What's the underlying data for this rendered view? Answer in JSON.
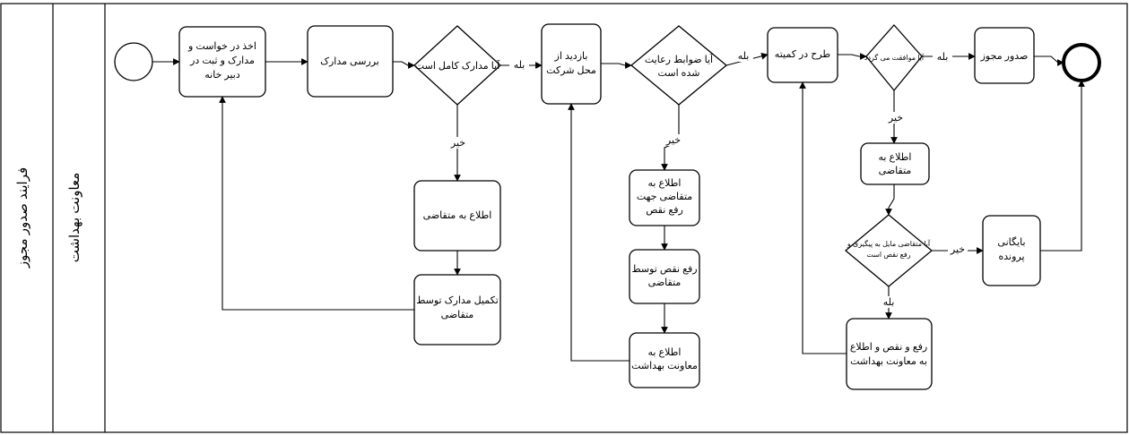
{
  "pool": {
    "title": "فرایند صدور مجوز"
  },
  "lane": {
    "title": "معاونت بهداشت"
  },
  "tasks": {
    "t1": [
      "اخذ در خواست و",
      "مدارک و ثبت در",
      "دبیر خانه"
    ],
    "t2": [
      "بررسی مدارک"
    ],
    "t3": [
      "اطلاع به متقاضی"
    ],
    "t4": [
      "تکمیل مدارک توسط",
      "متقاضی"
    ],
    "t5": [
      "بازدید از",
      "محل شرکت"
    ],
    "t6": [
      "اطلاع به",
      "متقاضی جهت",
      "رفع نقص"
    ],
    "t7": [
      "رفع نقص توسط",
      "متقاضی"
    ],
    "t8": [
      "اطلاع به",
      "معاونت بهداشت"
    ],
    "t9": [
      "طرح در کمیته"
    ],
    "t10": [
      "اطلاع به",
      "متقاضی"
    ],
    "t11": [
      "رفع و نقص و اطلاع",
      "به معاونت بهداشت"
    ],
    "t12": [
      "صدور مجوز"
    ],
    "t13": [
      "بایگانی",
      "پرونده"
    ]
  },
  "gateways": {
    "g1": [
      "آیا مدارک کامل است"
    ],
    "g2": [
      "آیا ضوابط رعایت",
      "شده است"
    ],
    "g3": [
      "آیا موافقت می گردد"
    ],
    "g4": [
      "آیا متقاضی مایل به پیگیری و",
      "رفع نقص است"
    ]
  },
  "edge_labels": {
    "yes": "بله",
    "no": "خیر"
  }
}
